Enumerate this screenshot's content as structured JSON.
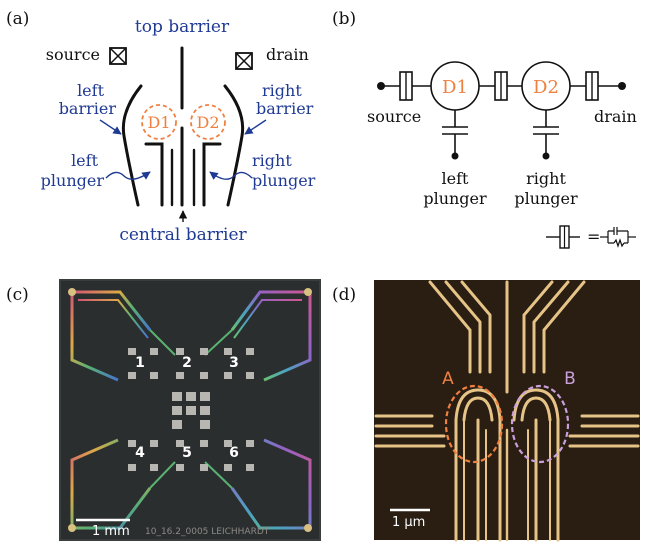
{
  "colors": {
    "blue_label": "#1f3a93",
    "orange_dot": "#f08040",
    "purple_dot": "#c9a0dc",
    "ink": "#111111",
    "sem_bg": "#2a1d12",
    "gold": "#e6c487",
    "chip_bg": "#2b2e2f"
  },
  "panels": {
    "a": {
      "tag": "(a)",
      "top_barrier": "top barrier",
      "source": "source",
      "drain": "drain",
      "left_barrier_1": "left",
      "left_barrier_2": "barrier",
      "right_barrier_1": "right",
      "right_barrier_2": "barrier",
      "left_plunger_1": "left",
      "left_plunger_2": "plunger",
      "right_plunger_1": "right",
      "right_plunger_2": "plunger",
      "d1": "D1",
      "d2": "D2",
      "central_barrier": "central barrier"
    },
    "b": {
      "tag": "(b)",
      "d1": "D1",
      "d2": "D2",
      "source": "source",
      "drain": "drain",
      "left_plunger_1": "left",
      "left_plunger_2": "plunger",
      "right_plunger_1": "right",
      "right_plunger_2": "plunger",
      "equals": "="
    },
    "c": {
      "tag": "(c)",
      "devices": [
        "1",
        "2",
        "3",
        "4",
        "5",
        "6"
      ],
      "scale": "1 mm",
      "chip_text": "10_16.2_0005   LEICHHARDT"
    },
    "d": {
      "tag": "(d)",
      "dot_a": "A",
      "dot_b": "B",
      "scale": "1 μm"
    }
  }
}
